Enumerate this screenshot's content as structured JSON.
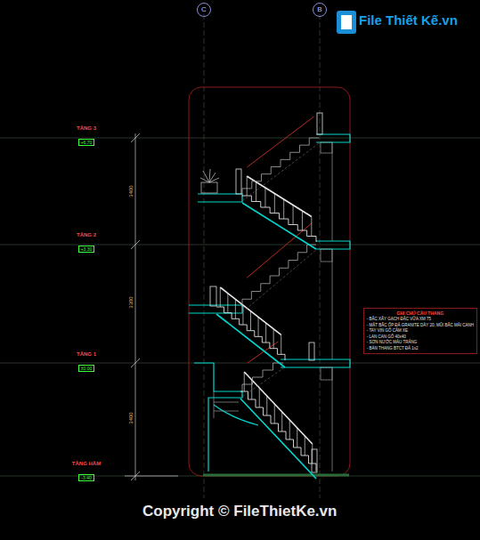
{
  "diagram": {
    "nodes": [
      {
        "text": [
          "C"
        ]
      },
      {
        "text": [
          "B"
        ]
      },
      {
        "text": [
          "TẦNG 3",
          "+6.70"
        ]
      },
      {
        "text": [
          "TẦNG 2",
          "+3.30"
        ]
      },
      {
        "text": [
          "TẦNG 1",
          "±0.00"
        ]
      },
      {
        "text": [
          "TẦNG HẦM",
          "-3.40"
        ]
      },
      {
        "text": [
          "GHI CHÚ CẦU THANG",
          "- BẬC XÂY GẠCH ĐẶC VỮA XM 75",
          "- MẶT BẬC ỐP ĐÁ GRANITE DÀY 20, MŨI BẬC MÀI CẠNH",
          "- TAY VỊN GỖ CĂM XE",
          "- LAN CAN GỖ 40x40",
          "- SƠN NƯỚC MÀU TRẮNG",
          "- BẢN THANG BTCT ĐÁ 1x2"
        ]
      }
    ],
    "labels": [
      "3400",
      "3300",
      "3400",
      "File Thiết Kế.vn",
      "Copyright © FileThietKe.vn"
    ]
  }
}
